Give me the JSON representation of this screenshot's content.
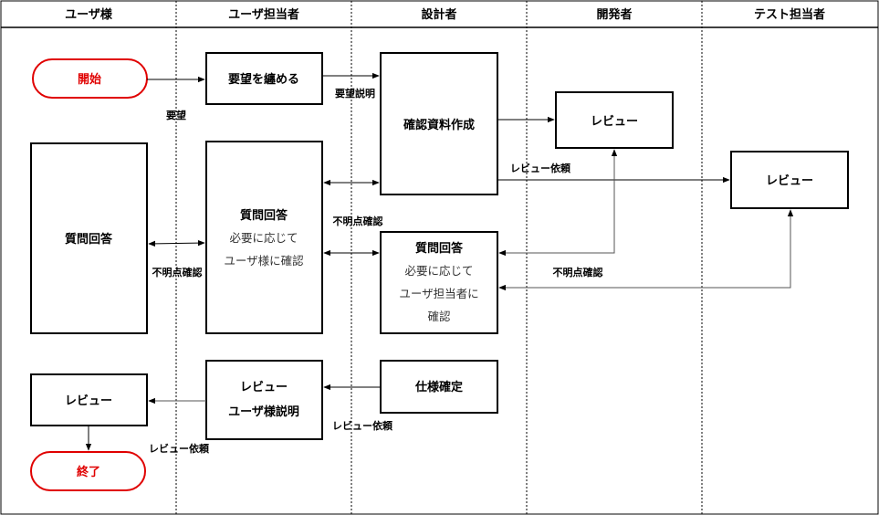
{
  "lanes": [
    "ユーザ様",
    "ユーザ担当者",
    "設計者",
    "開発者",
    "テスト担当者"
  ],
  "terminals": {
    "start": "開始",
    "end": "終了"
  },
  "boxes": {
    "summarize_requirements": "要望を纏める",
    "create_review_material": "確認資料作成",
    "dev_review": "レビュー",
    "test_review": "レビュー",
    "user_qa": "質問回答",
    "rep_qa_title": "質問回答",
    "rep_qa_line1": "必要に応じて",
    "rep_qa_line2": "ユーザ様に確認",
    "designer_qa_title": "質問回答",
    "designer_qa_line1": "必要に応じて",
    "designer_qa_line2": "ユーザ担当者に",
    "designer_qa_line3": "確認",
    "spec_fixed": "仕様確定",
    "rep_review_line1": "レビュー",
    "rep_review_line2": "ユーザ様説明",
    "user_review": "レビュー"
  },
  "edge_labels": {
    "request": "要望",
    "request_explanation": "要望説明",
    "review_request_top": "レビュー依頼",
    "unclear_points_rep_designer": "不明点確認",
    "unclear_points_user_rep": "不明点確認",
    "unclear_points_dev_test": "不明点確認",
    "review_request_spec": "レビュー依頼",
    "review_request_user": "レビュー依頼"
  }
}
